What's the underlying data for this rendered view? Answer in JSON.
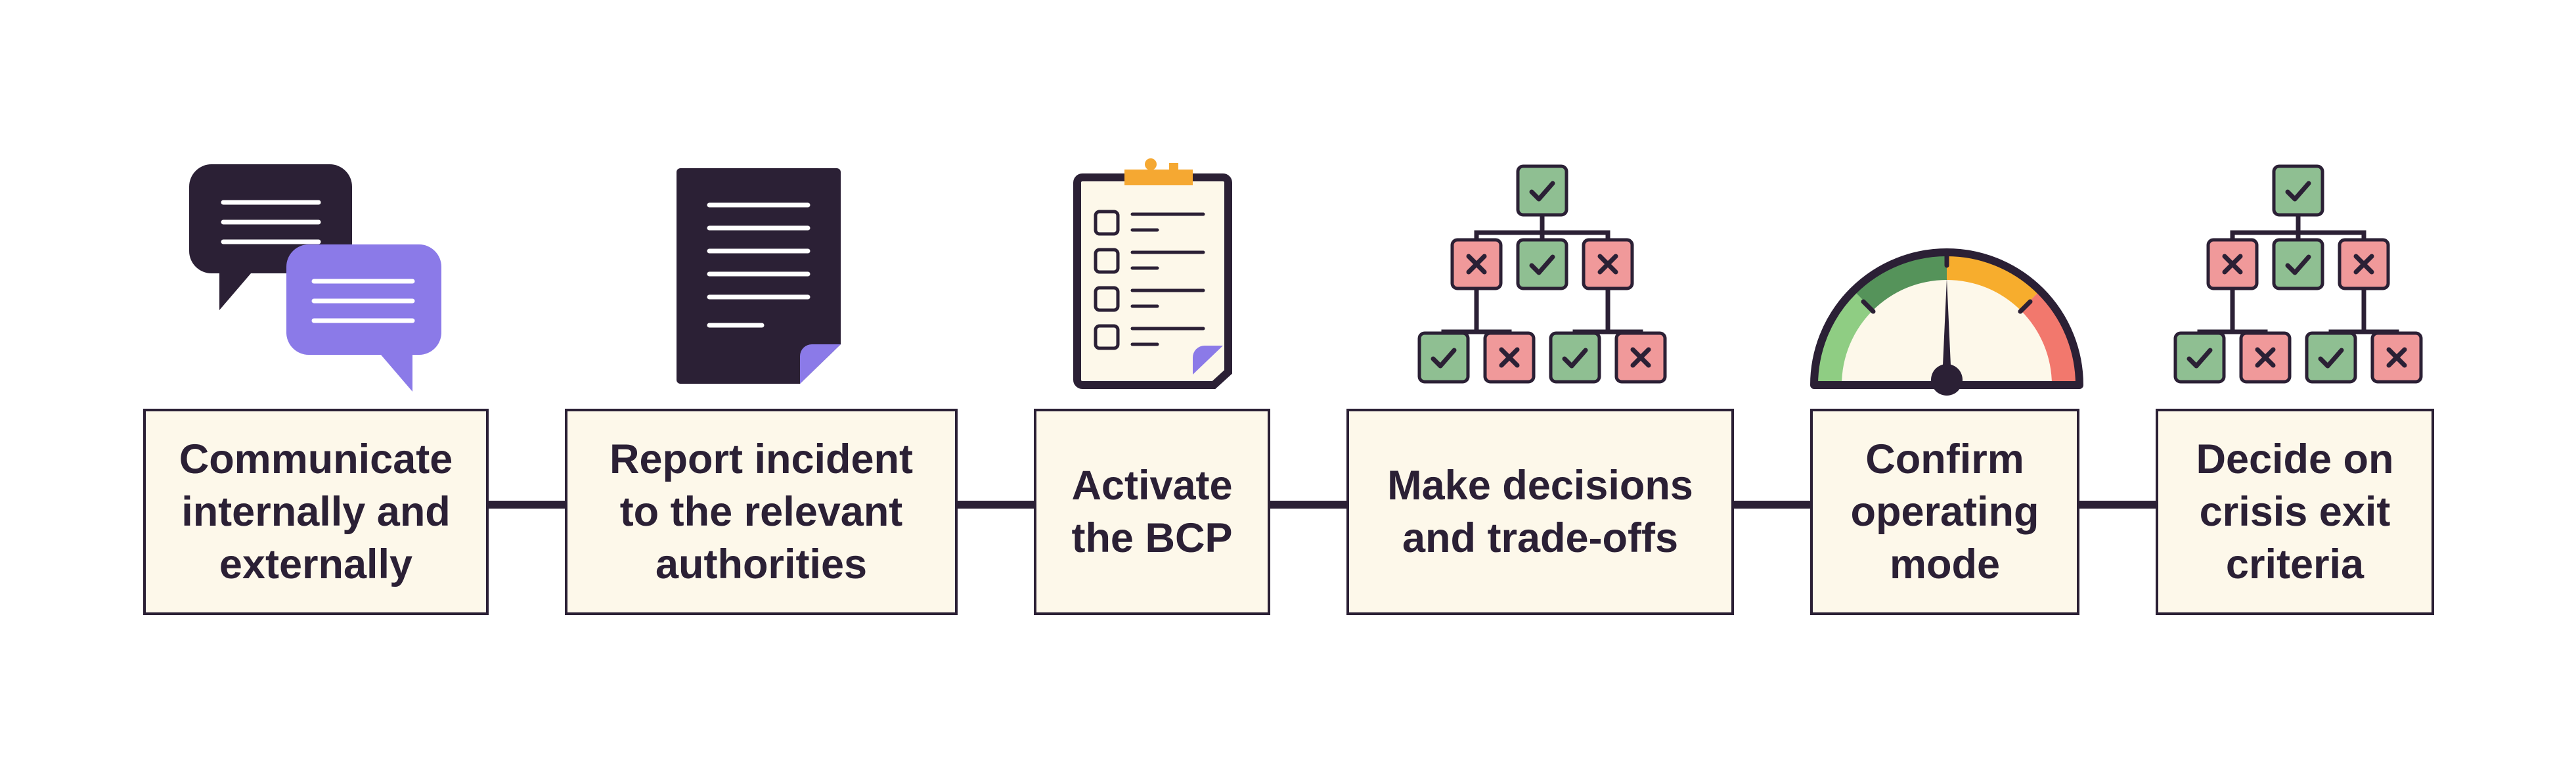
{
  "colors": {
    "ink": "#2b2035",
    "box_fill": "#fdf8ea",
    "purple": "#8b7ae8",
    "check_green": "#8fbf92",
    "cross_red": "#f0999a",
    "clip_orange": "#f5a832",
    "gauge_light_green": "#8fcd83",
    "gauge_dark_green": "#55935a",
    "gauge_yellow": "#f7ad2d",
    "gauge_red": "#f2786d"
  },
  "steps": [
    {
      "label": "Communicate\ninternally and\nexternally",
      "icon": "chat-bubbles-icon"
    },
    {
      "label": "Report incident\nto the relevant\nauthorities",
      "icon": "document-icon"
    },
    {
      "label": "Activate\nthe BCP",
      "icon": "clipboard-checklist-icon"
    },
    {
      "label": "Make decisions\nand trade-offs",
      "icon": "decision-tree-icon"
    },
    {
      "label": "Confirm\noperating\nmode",
      "icon": "speedometer-gauge-icon"
    },
    {
      "label": "Decide on\ncrisis exit\ncriteria",
      "icon": "decision-tree-icon"
    }
  ]
}
